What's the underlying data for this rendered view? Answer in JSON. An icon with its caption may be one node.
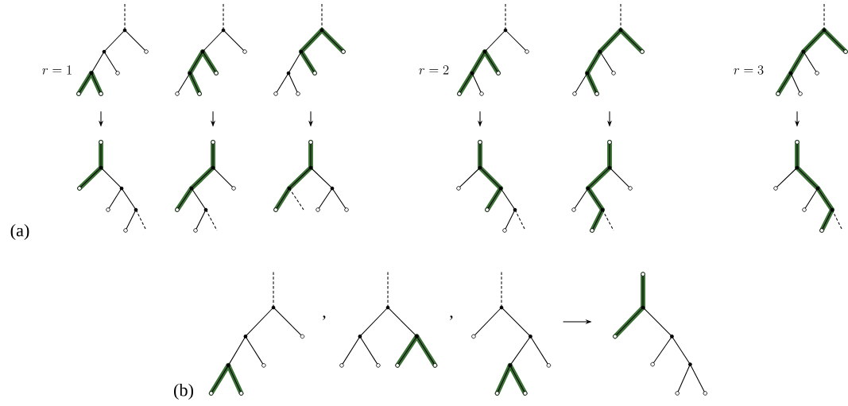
{
  "diagram": {
    "nodes": [
      {
        "text": [],
        "shape": "picture"
      },
      {
        "text": [],
        "shape": "picture"
      },
      {
        "text": [],
        "shape": "picture"
      },
      {
        "text": [],
        "shape": "picture"
      },
      {
        "text": [],
        "shape": "picture"
      },
      {
        "text": [],
        "shape": "picture"
      },
      {
        "text": [],
        "shape": "picture"
      },
      {
        "text": [],
        "shape": "picture"
      },
      {
        "text": [],
        "shape": "picture"
      },
      {
        "text": [],
        "shape": "picture"
      },
      {
        "text": [],
        "shape": "picture"
      },
      {
        "text": [],
        "shape": "picture"
      },
      {
        "text": [],
        "shape": "picture"
      },
      {
        "text": [],
        "shape": "picture"
      },
      {
        "text": [],
        "shape": "picture"
      },
      {
        "text": [],
        "shape": "picture"
      }
    ],
    "edges": [
      {
        "from": 0,
        "to": 6,
        "arrow": "to"
      },
      {
        "from": 1,
        "to": 7,
        "arrow": "to"
      },
      {
        "from": 2,
        "to": 8,
        "arrow": "to"
      },
      {
        "from": 3,
        "to": 9,
        "arrow": "to"
      },
      {
        "from": 4,
        "to": 10,
        "arrow": "to"
      },
      {
        "from": 5,
        "to": 11,
        "arrow": "to"
      },
      {
        "from": 14,
        "to": 15,
        "arrow": "to"
      }
    ],
    "labels": [
      "r = 1",
      "r = 2",
      "r = 3",
      "(a)",
      ",",
      ",",
      "(b)"
    ]
  }
}
